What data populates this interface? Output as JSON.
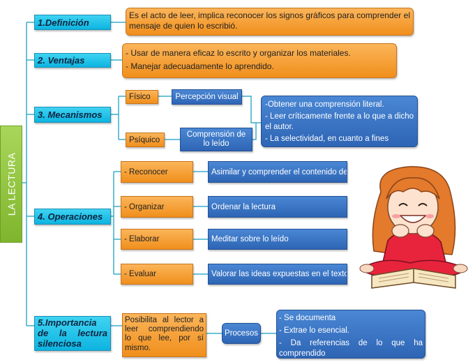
{
  "root": "LA LECTURA",
  "categories": {
    "definicion": "1.Definición",
    "ventajas": "2. Ventajas",
    "mecanismos": "3. Mecanismos",
    "operaciones": "4. Operaciones",
    "importancia": "5.Importancia de la lectura silenciosa"
  },
  "definicion_text": "Es el acto de leer, implica reconocer los signos gráficos para comprender el mensaje de quien lo escribió.",
  "ventajas_items": [
    "- Usar de manera eficaz lo escrito y organizar los materiales.",
    "- Manejar adecuadamente lo aprendido."
  ],
  "mecanismos": {
    "fisico": "Físico",
    "fisico_detail": "Percepción visual",
    "psiquico": "Psíquico",
    "psiquico_detail": "Comprensión de lo leído",
    "results": [
      "-Obtener una comprensión literal.",
      "- Leer críticamente frente a lo que a dicho el autor.",
      "- La selectividad, en cuanto a fines"
    ]
  },
  "operaciones": [
    {
      "name": "- Reconocer",
      "detail": "Asimilar y comprender el contenido de"
    },
    {
      "name": "- Organizar",
      "detail": "Ordenar la lectura"
    },
    {
      "name": "- Elaborar",
      "detail": "Meditar sobre lo leído"
    },
    {
      "name": "- Evaluar",
      "detail": "Valorar las ideas expuestas en el texto"
    }
  ],
  "importancia_text": "Posibilita al lector a leer comprendiendo lo que lee, por sí mismo.",
  "procesos": "Procesos",
  "procesos_items": [
    "- Se documenta",
    "- Extrae lo esencial.",
    "- Da referencias de lo que ha comprendido"
  ],
  "colors": {
    "category": "#17bde6",
    "orange": "#f39a2b",
    "blue": "#2f6bbd",
    "root": "#8cc63f",
    "connector": "#3aaecb"
  }
}
